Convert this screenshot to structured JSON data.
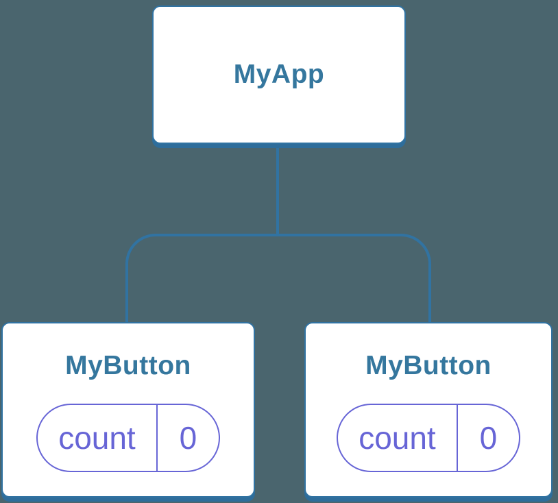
{
  "canvas": {
    "background": "#4A656E"
  },
  "colors": {
    "bg": "#4A656E",
    "box-fill": "#FFFFFF",
    "blue-line": "#3173A2",
    "blue-shadow": "#2E6D9B",
    "blue-text": "#35779E",
    "purple": "#6765D6"
  },
  "diagram": {
    "root": {
      "label": "MyApp"
    },
    "children": [
      {
        "label": "MyButton",
        "state": {
          "name": "count",
          "value": "0"
        }
      },
      {
        "label": "MyButton",
        "state": {
          "name": "count",
          "value": "0"
        }
      }
    ]
  }
}
